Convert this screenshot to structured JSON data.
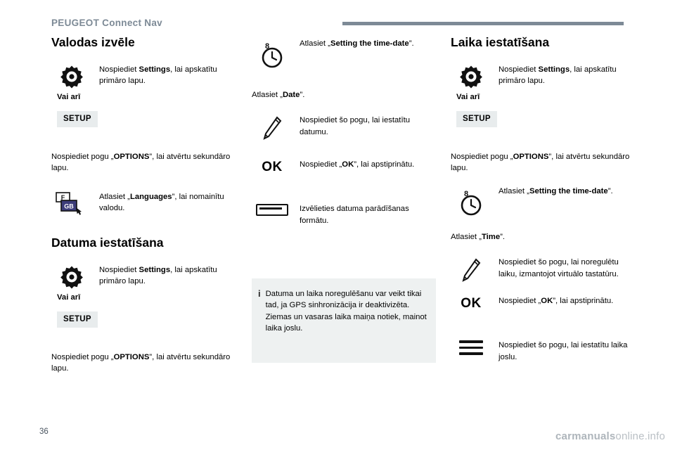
{
  "header": {
    "brand": "PEUGEOT Connect Nav"
  },
  "footer": {
    "page_number": "36",
    "watermark_1": "carmanuals",
    "watermark_2": "online",
    "watermark_3": ".info"
  },
  "column1": {
    "title": "Valodas izvēle",
    "settings_text_1": "Nospiediet ",
    "settings_bold_1": "Settings",
    "settings_text_2": ", lai apskatītu primāro lapu.",
    "vai_ari": "Vai arī",
    "setup": "SETUP",
    "options_para_1": "Nospiediet pogu „",
    "options_bold": "OPTIONS",
    "options_para_2": "”, lai atvērtu sekundāro lapu.",
    "languages_text_1": "Atlasiet „",
    "languages_bold": "Languages",
    "languages_text_2": "”, lai nomainītu valodu.",
    "title2": "Datuma iestatīšana",
    "settings2_text_1": "Nospiediet ",
    "settings2_bold": "Settings",
    "settings2_text_2": ", lai apskatītu primāro lapu.",
    "vai_ari_2": "Vai arī",
    "setup_2": "SETUP",
    "options2_para_1": "Nospiediet pogu „",
    "options2_bold": "OPTIONS",
    "options2_para_2": "”, lai atvērtu sekundāro lapu.",
    "icon_flag_f": "F",
    "icon_flag_gb": "GB"
  },
  "column2": {
    "setting_text_1": "Atlasiet „",
    "setting_bold": "Setting the time-date",
    "setting_text_2": "”.",
    "date_text_1": "Atlasiet „",
    "date_bold": "Date",
    "date_text_2": "”.",
    "pen_text": "Nospiediet šo pogu, lai iestatītu datumu.",
    "ok_text_1": "Nospiediet „",
    "ok_bold": "OK",
    "ok_text_2": "”, lai apstiprinātu.",
    "ok_label": "OK",
    "format_text": "Izvēlieties datuma parādīšanas formātu.",
    "clock_digit": "8",
    "note": "Datuma un laika noregulēšanu var veikt tikai tad, ja GPS sinhronizācija ir deaktivizēta.\nZiemas un vasaras laika maiņa notiek, mainot laika joslu."
  },
  "column3": {
    "title": "Laika iestatīšana",
    "settings_text_1": "Nospiediet ",
    "settings_bold": "Settings",
    "settings_text_2": ", lai apskatītu primāro lapu.",
    "vai_ari": "Vai arī",
    "setup": "SETUP",
    "options_para_1": "Nospiediet pogu „",
    "options_bold": "OPTIONS",
    "options_para_2": "”, lai atvērtu sekundāro lapu.",
    "setting_text_1": "Atlasiet „",
    "setting_bold": "Setting the time-date",
    "setting_text_2": "”.",
    "time_text_1": "Atlasiet „",
    "time_bold": "Time",
    "time_text_2": "”.",
    "pen_text": "Nospiediet šo pogu, lai noregulētu laiku, izmantojot virtuālo tastatūru.",
    "ok_text_1": "Nospiediet „",
    "ok_bold": "OK",
    "ok_text_2": "”, lai apstiprinātu.",
    "ok_label": "OK",
    "menu_text": "Nospiediet šo pogu, lai iestatītu laika joslu.",
    "clock_digit": "8"
  },
  "colors": {
    "brand": "#7d8a96",
    "setup_bg": "#e8eced",
    "note_bg": "#eef1f1"
  }
}
